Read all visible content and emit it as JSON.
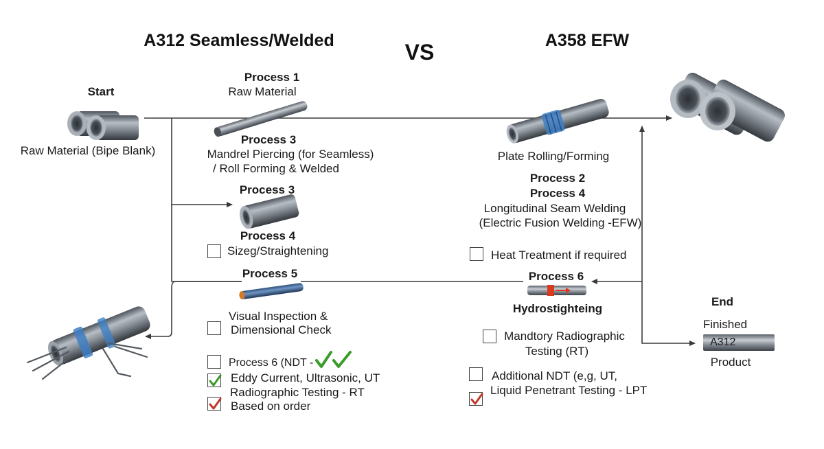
{
  "titles": {
    "left": "A312 Seamless/Welded",
    "vs": "VS",
    "right": "A358 EFW"
  },
  "start": {
    "heading": "Start",
    "label": "Raw Material (Bipe Blank)"
  },
  "left_column": {
    "process1": {
      "heading": "Process 1",
      "label": "Raw Material"
    },
    "process3a": {
      "heading": "Process 3",
      "line1": "Mandrel Piercing (for Seamless)",
      "line2": "/ Roll Forming & Welded"
    },
    "process3b": {
      "heading": "Process 3"
    },
    "process4": {
      "heading": "Process 4",
      "label": "Sizeg/Straightening"
    },
    "process5": {
      "heading": "Process 5"
    },
    "visual": {
      "line1": "Visual Inspection &",
      "line2": "Dimensional Check"
    },
    "ndt": {
      "label": "Process 6 (NDT -",
      "line2": "Eddy Current, Ultrasonic, UT",
      "line3": "Radiographic Testing - RT",
      "line4": "Based on order"
    }
  },
  "right_column": {
    "plate": {
      "label": "Plate Rolling/Forming"
    },
    "process24": {
      "heading1": "Process 2",
      "heading2": "Process 4",
      "line1": "Longitudinal Seam Welding",
      "line2": "(Electric Fusion Welding -EFW)"
    },
    "heat": {
      "label": "Heat Treatment if required"
    },
    "process6": {
      "heading": "Process 6",
      "label": "Hydrostighteing"
    },
    "rt": {
      "line1": "Mandtory Radiographic",
      "line2": "Testing (RT)"
    },
    "additional": {
      "line1": "Additional NDT (e,g, UT,",
      "line2": "Liquid Penetrant Testing - LPT"
    }
  },
  "end": {
    "heading": "End",
    "label_top": "Finished",
    "bar_label": "A312",
    "label_bottom": "Product"
  },
  "colors": {
    "line": "#3a3a3a",
    "pipe": "#7d8590",
    "blue_band": "#3f7fc4",
    "red_mark": "#d93a1e",
    "green_check": "#3a9a2a",
    "red_check": "#c0392b"
  }
}
